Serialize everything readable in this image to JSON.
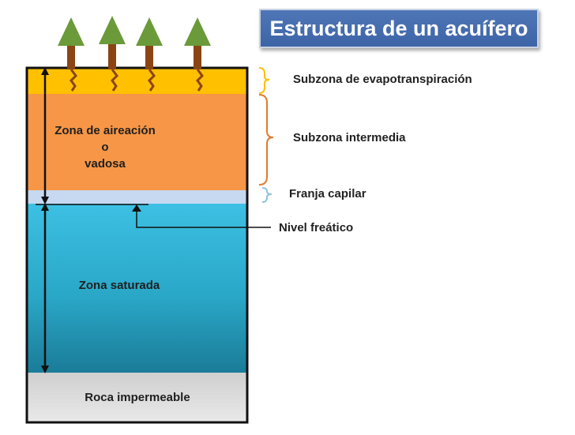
{
  "title": "Estructura de un acuífero",
  "layers": {
    "evapotranspiration": "Subzona  de evapotranspiración",
    "intermediate": "Subzona intermedia",
    "capillary": "Franja capilar",
    "water_table": "Nivel freático"
  },
  "zones": {
    "aeration_line1": "Zona de aireación",
    "aeration_line2": "o",
    "aeration_line3": "vadosa",
    "saturated": "Zona saturada",
    "bedrock": "Roca impermeable"
  },
  "colors": {
    "evapotranspiration": "#ffc000",
    "intermediate": "#f79646",
    "capillary": "#c6d9f1",
    "saturated": "#31b4d8",
    "bedrock": "#d9d9d9",
    "tree_foliage": "#6b9a3a",
    "tree_trunk": "#8b4513",
    "title_bg": "#4472c4"
  }
}
